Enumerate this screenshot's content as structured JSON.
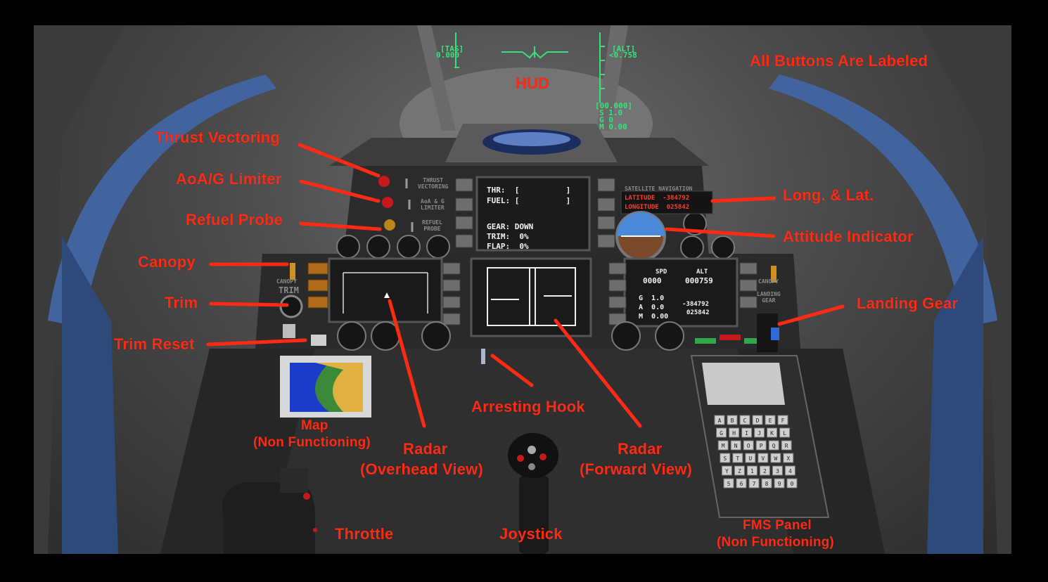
{
  "title": "All Buttons Are Labeled",
  "annotations": {
    "hud": "HUD",
    "thrust_vectoring": "Thrust Vectoring",
    "aoa_g_limiter": "AoA/G Limiter",
    "refuel_probe": "Refuel Probe",
    "canopy": "Canopy",
    "trim": "Trim",
    "trim_reset": "Trim Reset",
    "map": "Map",
    "map_note": "(Non Functioning)",
    "radar_overhead": "Radar",
    "radar_overhead_note": "(Overhead View)",
    "radar_forward": "Radar",
    "radar_forward_note": "(Forward View)",
    "arresting_hook": "Arresting Hook",
    "throttle": "Throttle",
    "joystick": "Joystick",
    "fms_panel": "FMS Panel",
    "fms_note": "(Non Functioning)",
    "long_lat": "Long. & Lat.",
    "attitude_indicator": "Attitude Indicator",
    "landing_gear": "Landing Gear"
  },
  "hud": {
    "tas_label": "[TAS]",
    "tas_value": "0.000",
    "alt_label": "[ALT]",
    "alt_value": "<0.758",
    "readout_1": "[00.000]",
    "readout_2": "S 1.0",
    "readout_3": "G 0",
    "readout_4": "M 0.00"
  },
  "center_display": {
    "thr": "THR:  [          ]",
    "fuel": "FUEL: [          ]",
    "gear": "GEAR: DOWN",
    "trim": "TRIM:  0%",
    "flap": "FLAP:  0%"
  },
  "nav": {
    "title": "SATELLITE NAVIGATION",
    "latitude": "LATITUDE  -384792",
    "longitude": "LONGITUDE  025842"
  },
  "right_mfd": {
    "h1": "SPD",
    "h2": "ALT",
    "spd": "0000",
    "alt": "000759",
    "g": "G  1.0",
    "a": "A  0.0",
    "m": "M  0.00",
    "v1": "-384792",
    "v2": "025842"
  },
  "switch_labels": {
    "thrust": "THRUST\nVECTORING",
    "aoa": "AoA & G\nLIMITER",
    "refuel": "REFUEL\nPROBE",
    "canopy_l": "CANOPY",
    "trim_l": "TRIM",
    "canopy_r": "CANOPY",
    "landing_r": "LANDING\nGEAR"
  },
  "fms": {
    "keys": [
      "A",
      "B",
      "C",
      "D",
      "E",
      "F",
      "G",
      "H",
      "I",
      "J",
      "K",
      "L",
      "M",
      "N",
      "O",
      "P",
      "Q",
      "R",
      "S",
      "T",
      "U",
      "V",
      "W",
      "X",
      "Y",
      "Z",
      "1",
      "2",
      "3",
      "4",
      "5",
      "6",
      "7",
      "8",
      "9",
      "0"
    ]
  },
  "colors": {
    "annotation": "#ff2a14",
    "hud_green": "#39e07a",
    "canopy_blue": "#3d5f9c"
  }
}
